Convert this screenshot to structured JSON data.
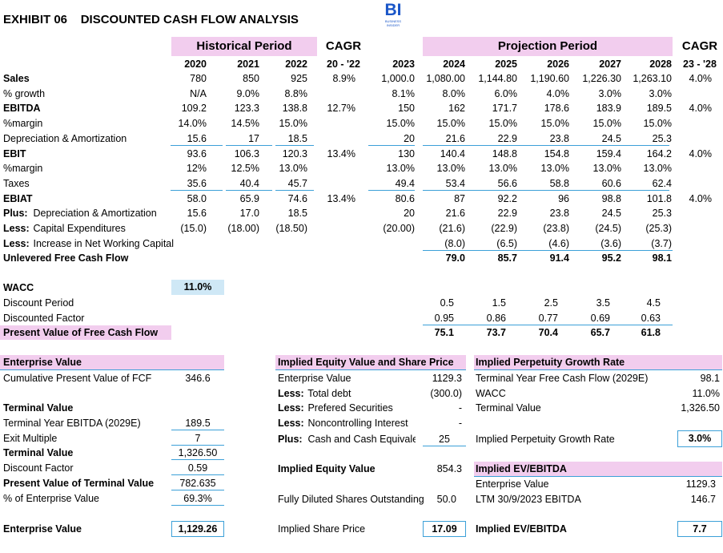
{
  "title": "EXHIBIT 06    DISCOUNTED CASH FLOW ANALYSIS",
  "logo": {
    "text": "BI",
    "sub": "BUSINESS INSIDER"
  },
  "headers": {
    "historical": "Historical Period",
    "projection": "Projection Period",
    "cagr": "CAGR",
    "cagr_hist": "20 - '22",
    "cagr_proj": "23 - '28",
    "years": [
      "2020",
      "2021",
      "2022",
      "2023",
      "2024",
      "2025",
      "2026",
      "2027",
      "2028"
    ]
  },
  "rows": [
    {
      "label": "Sales",
      "bold": true,
      "hist": [
        "780",
        "850",
        "925"
      ],
      "cagr1": "8.9%",
      "y2023": "1,000.0",
      "proj": [
        "1,080.00",
        "1,144.80",
        "1,190.60",
        "1,226.30",
        "1,263.10"
      ],
      "cagr2": "4.0%"
    },
    {
      "label": "% growth",
      "hist": [
        "N/A",
        "9.0%",
        "8.8%"
      ],
      "cagr1": "",
      "y2023": "8.1%",
      "proj": [
        "8.0%",
        "6.0%",
        "4.0%",
        "3.0%",
        "3.0%"
      ],
      "cagr2": ""
    },
    {
      "label": "EBITDA",
      "bold": true,
      "hist": [
        "109.2",
        "123.3",
        "138.8"
      ],
      "cagr1": "12.7%",
      "y2023": "150",
      "proj": [
        "162",
        "171.7",
        "178.6",
        "183.9",
        "189.5"
      ],
      "cagr2": "4.0%"
    },
    {
      "label": "%margin",
      "hist": [
        "14.0%",
        "14.5%",
        "15.0%"
      ],
      "cagr1": "",
      "y2023": "15.0%",
      "proj": [
        "15.0%",
        "15.0%",
        "15.0%",
        "15.0%",
        "15.0%"
      ],
      "cagr2": ""
    },
    {
      "label": "Depreciation & Amortization",
      "ul": true,
      "hist": [
        "15.6",
        "17",
        "18.5"
      ],
      "cagr1": "",
      "y2023": "20",
      "proj": [
        "21.6",
        "22.9",
        "23.8",
        "24.5",
        "25.3"
      ],
      "cagr2": ""
    },
    {
      "label": "EBIT",
      "bold": true,
      "hist": [
        "93.6",
        "106.3",
        "120.3"
      ],
      "cagr1": "13.4%",
      "y2023": "130",
      "proj": [
        "140.4",
        "148.8",
        "154.8",
        "159.4",
        "164.2"
      ],
      "cagr2": "4.0%"
    },
    {
      "label": "%margin",
      "hist": [
        "12%",
        "12.5%",
        "13.0%"
      ],
      "cagr1": "",
      "y2023": "13.0%",
      "proj": [
        "13.0%",
        "13.0%",
        "13.0%",
        "13.0%",
        "13.0%"
      ],
      "cagr2": ""
    },
    {
      "label": "Taxes",
      "ul": true,
      "hist": [
        "35.6",
        "40.4",
        "45.7"
      ],
      "cagr1": "",
      "y2023": "49.4",
      "proj": [
        "53.4",
        "56.6",
        "58.8",
        "60.6",
        "62.4"
      ],
      "cagr2": ""
    },
    {
      "label": "EBIAT",
      "bold": true,
      "hist": [
        "58.0",
        "65.9",
        "74.6"
      ],
      "cagr1": "13.4%",
      "y2023": "80.6",
      "proj": [
        "87",
        "92.2",
        "96",
        "98.8",
        "101.8"
      ],
      "cagr2": "4.0%"
    },
    {
      "prefix": "Plus:",
      "label": " Depreciation & Amortization",
      "hist": [
        "15.6",
        "17.0",
        "18.5"
      ],
      "cagr1": "",
      "y2023": "20",
      "proj": [
        "21.6",
        "22.9",
        "23.8",
        "24.5",
        "25.3"
      ],
      "cagr2": ""
    },
    {
      "prefix": "Less:",
      "label": " Capital Expenditures",
      "hist": [
        "(15.0)",
        "(18.00)",
        "(18.50)"
      ],
      "cagr1": "",
      "y2023": "(20.00)",
      "proj": [
        "(21.6)",
        "(22.9)",
        "(23.8)",
        "(24.5)",
        "(25.3)"
      ],
      "cagr2": ""
    },
    {
      "prefix": "Less:",
      "label": " Increase in Net Working Capital",
      "ulproj": true,
      "hist": [
        "",
        "",
        ""
      ],
      "cagr1": "",
      "y2023": "",
      "proj": [
        "(8.0)",
        "(6.5)",
        "(4.6)",
        "(3.6)",
        "(3.7)"
      ],
      "cagr2": ""
    },
    {
      "label": "Unlevered Free Cash Flow",
      "bold": true,
      "boldvals": true,
      "hist": [
        "",
        "",
        ""
      ],
      "cagr1": "",
      "y2023": "",
      "proj": [
        "79.0",
        "85.7",
        "91.4",
        "95.2",
        "98.1"
      ],
      "cagr2": ""
    }
  ],
  "wacc": {
    "label": "WACC",
    "value": "11.0%"
  },
  "discount_rows": [
    {
      "label": "Discount Period",
      "proj": [
        "0.5",
        "1.5",
        "2.5",
        "3.5",
        "4.5"
      ]
    },
    {
      "label": "Discounted Factor",
      "proj": [
        "0.95",
        "0.86",
        "0.77",
        "0.69",
        "0.63"
      ]
    },
    {
      "label": "Present Value of Free Cash Flow",
      "proj": [
        "75.1",
        "73.7",
        "70.4",
        "65.7",
        "61.8"
      ]
    }
  ],
  "ev": {
    "title": "Enterprise Value",
    "cum_label": "Cumulative Present Value of FCF",
    "cum_value": "346.6",
    "tv_title": "Terminal Value",
    "rows": [
      {
        "label": "Terminal Year EBITDA  (2029E)",
        "value": "189.5"
      },
      {
        "label": "Exit Multiple",
        "value": "7"
      },
      {
        "label": "Terminal Value",
        "value": "1,326.50",
        "bold": true
      },
      {
        "label": "Discount Factor",
        "value": "0.59"
      },
      {
        "label": "Present Value of Terminal Value",
        "value": "782.635",
        "bold": true
      },
      {
        "label": "% of Enterprise Value",
        "value": "69.3%"
      }
    ],
    "ev_label": "Enterprise Value",
    "ev_value": "1,129.26"
  },
  "equity": {
    "title": "Implied Equity Value and Share Price",
    "rows": [
      {
        "prefix": "",
        "label": "Enterprise Value",
        "value": "1129.3"
      },
      {
        "prefix": "Less:",
        "label": " Total debt",
        "value": "(300.0)"
      },
      {
        "prefix": "Less:",
        "label": " Prefered Securities",
        "value": "-"
      },
      {
        "prefix": "Less:",
        "label": " Noncontrolling Interest",
        "value": "-"
      },
      {
        "prefix": "Plus:",
        "label": " Cash and Cash Equivalents",
        "value": "25"
      }
    ],
    "iev_label": "Implied Equity Value",
    "iev_value": "854.3",
    "shares_label": "Fully Diluted Shares Outstanding",
    "shares_value": "50.0",
    "price_label": "Implied Share Price",
    "price_value": "17.09"
  },
  "perp": {
    "title": "Implied Perpetuity Growth Rate",
    "rows": [
      {
        "label": "Terminal Year Free Cash Flow (2029E)",
        "value": "98.1"
      },
      {
        "label": "WACC",
        "value": "11.0%"
      },
      {
        "label": "Terminal Value",
        "value": "1,326.50"
      }
    ],
    "rate_label": "Implied Perpetuity Growth Rate",
    "rate_value": "3.0%"
  },
  "evebitda": {
    "title": "Implied EV/EBITDA",
    "rows": [
      {
        "label": "Enterprise Value",
        "value": "1129.3"
      },
      {
        "label": "LTM 30/9/2023 EBITDA",
        "value": "146.7"
      }
    ],
    "result_label": "Implied EV/EBITDA",
    "result_value": "7.7"
  }
}
